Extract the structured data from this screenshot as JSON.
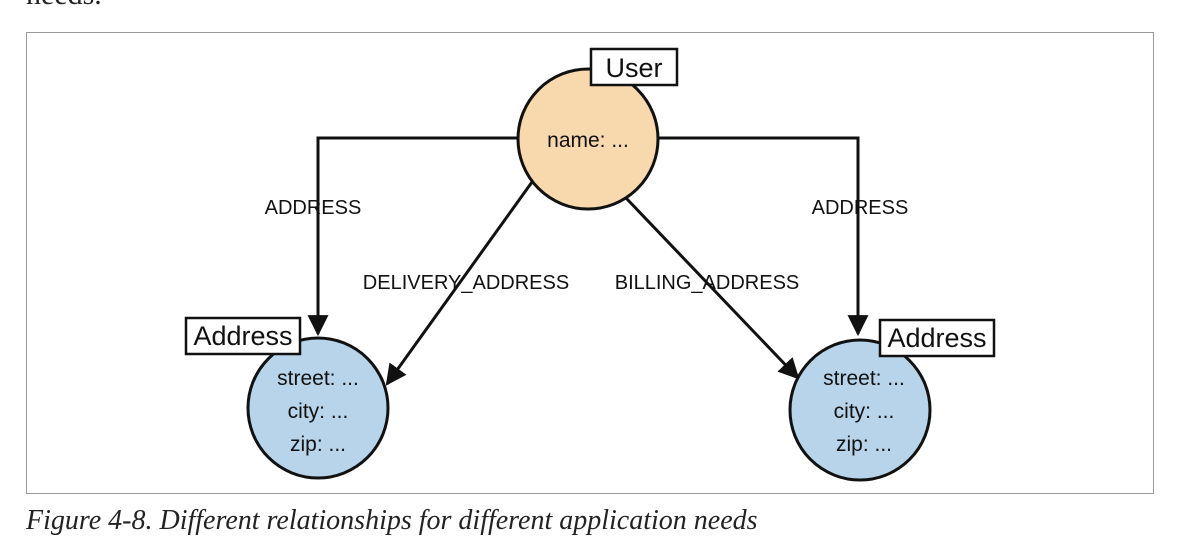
{
  "page": {
    "top_fragment": "needs.",
    "caption": "Figure 4-8. Different relationships for different application needs"
  },
  "diagram": {
    "nodes": {
      "user": {
        "label": "User",
        "properties": [
          "name: ..."
        ],
        "color": "#f8d9ad"
      },
      "address_left": {
        "label": "Address",
        "properties": [
          "street: ...",
          "city: ...",
          "zip: ..."
        ],
        "color": "#b8d4ea"
      },
      "address_right": {
        "label": "Address",
        "properties": [
          "street: ...",
          "city: ...",
          "zip: ..."
        ],
        "color": "#b8d4ea"
      }
    },
    "edges": {
      "address_left": "ADDRESS",
      "delivery": "DELIVERY_ADDRESS",
      "billing": "BILLING_ADDRESS",
      "address_right": "ADDRESS"
    },
    "colors": {
      "stroke": "#111111",
      "frame": "#9a9a9a"
    }
  }
}
